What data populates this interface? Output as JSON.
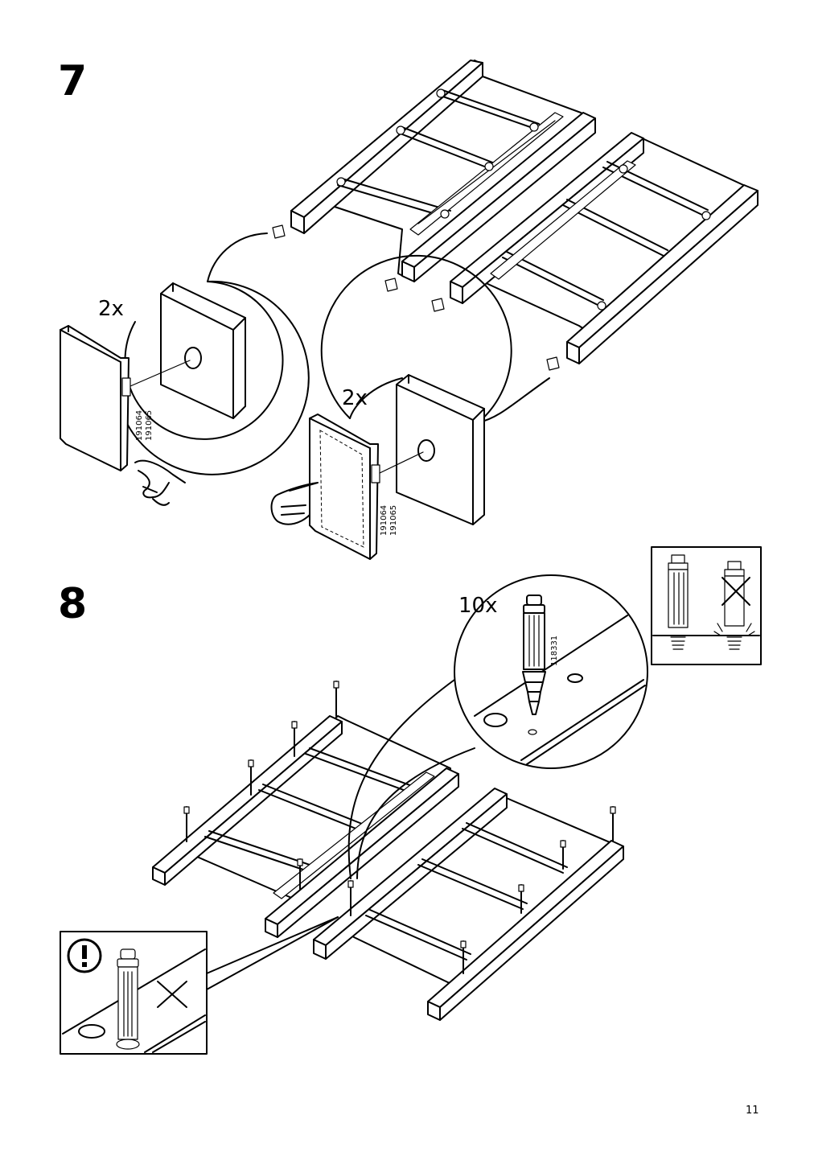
{
  "step7": {
    "number": "7",
    "left_detail": {
      "quantity": "2x",
      "part_numbers": "191064\n191065"
    },
    "right_detail": {
      "quantity": "2x",
      "part_numbers": "191064\n191065"
    }
  },
  "step8": {
    "number": "8",
    "detail": {
      "quantity": "10x",
      "part_number": "118331"
    }
  },
  "icons": {
    "warning": "exclamation-circle-icon",
    "wrong": "cross-icon",
    "pointing_hand": "pointing-hand-icon"
  },
  "footer": {
    "page_number": "11"
  }
}
